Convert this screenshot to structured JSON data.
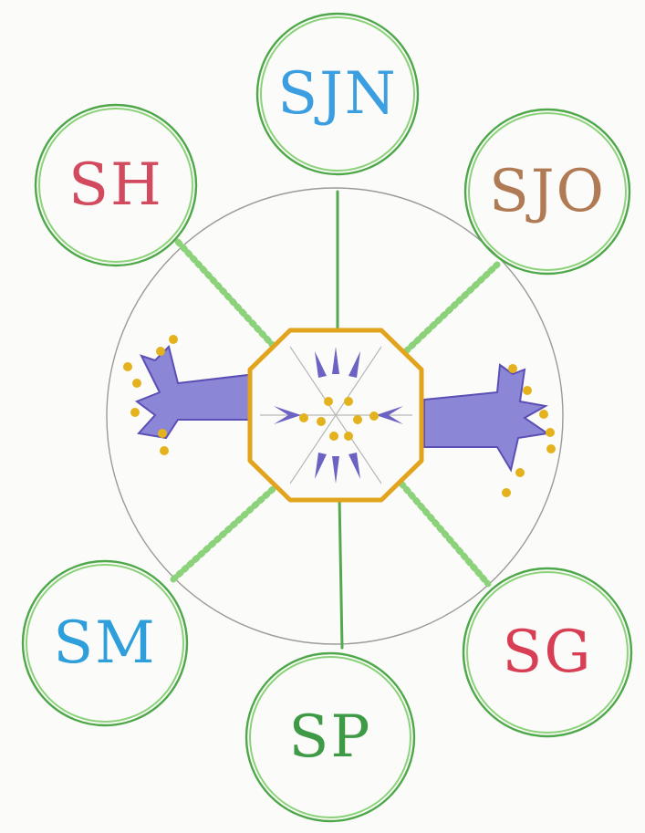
{
  "nodes": [
    {
      "id": "sjn",
      "label": "SJN",
      "color": "#3a9ee0"
    },
    {
      "id": "sh",
      "label": "SH",
      "color": "#d24a5e"
    },
    {
      "id": "sjo",
      "label": "SJO",
      "color": "#b07a55"
    },
    {
      "id": "sm",
      "label": "SM",
      "color": "#2f9fdc"
    },
    {
      "id": "sg",
      "label": "SG",
      "color": "#d93f54"
    },
    {
      "id": "sp",
      "label": "SP",
      "color": "#3f9a46"
    }
  ],
  "colors": {
    "frame_green": "#4ea84a",
    "light_green": "#8cd27a",
    "hub_gold": "#e3a41d",
    "emblem_purple": "#8b86d6",
    "emblem_outline": "#5b4fb5",
    "outer_circle": "#9a9a9a"
  }
}
